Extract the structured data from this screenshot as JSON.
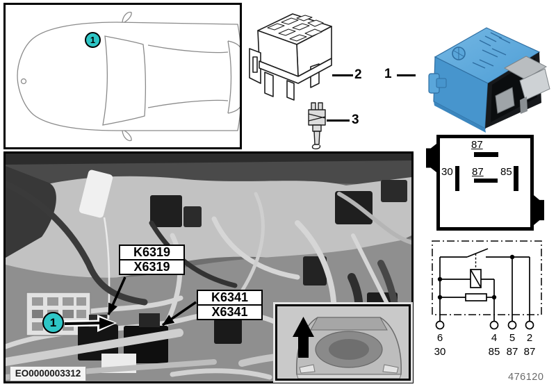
{
  "callouts": {
    "car_location": "1",
    "relay_holder": "2",
    "socket_pin": "3",
    "relay": "1",
    "photo": "1"
  },
  "pin_diagram": {
    "top_pin": "87",
    "left_pin": "30",
    "center_pin": "87",
    "right_pin": "85"
  },
  "schematic": {
    "terminals": [
      {
        "number": "6",
        "circuit": "30"
      },
      {
        "number": "4",
        "circuit": "85"
      },
      {
        "number": "5",
        "circuit": "87"
      },
      {
        "number": "2",
        "circuit": "87"
      }
    ]
  },
  "photo": {
    "component_labels": [
      {
        "line1": "K6319",
        "line2": "X6319"
      },
      {
        "line1": "K6341",
        "line2": "X6341"
      }
    ],
    "watermark": "EO0000003312"
  },
  "footer": {
    "document_number": "476120"
  },
  "colors": {
    "callout_teal": "#2ec6c6",
    "relay_blue": "#4f9fd4",
    "line_black": "#000000"
  }
}
